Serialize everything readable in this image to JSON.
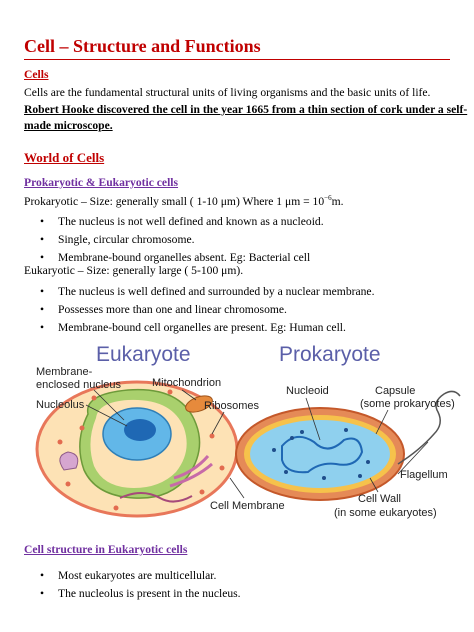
{
  "title": "Cell – Structure and Functions",
  "cells": {
    "heading": "Cells",
    "paragraph": "Cells are the fundamental structural units of living organisms and the basic units of life.",
    "hooke_line1": "Robert Hooke discovered the cell in the year 1665 from a thin section of cork under a self-",
    "hooke_line2": "made microscope."
  },
  "world": {
    "heading": "World of Cells",
    "subheading": "Prokaryotic & Eukaryotic cells",
    "prokaryotic_size": "Prokaryotic – Size: generally small ( 1-10 μm) Where 1 μm = 10",
    "prokaryotic_exp": "−6",
    "prokaryotic_unit": "m.",
    "prokaryotic_points": [
      "The nucleus is not well defined and known as a nucleoid.",
      "Single, circular chromosome.",
      "Membrane-bound organelles absent. Eg: Bacterial cell"
    ],
    "eukaryotic_size": "Eukaryotic – Size: generally large ( 5-100 μm).",
    "eukaryotic_points": [
      "The nucleus is well defined and surrounded by a nuclear membrane.",
      "Possesses more than one and linear chromosome.",
      "Membrane-bound cell organelles are present. Eg: Human cell."
    ]
  },
  "diagram": {
    "eukaryote_title": "Eukaryote",
    "prokaryote_title": "Prokaryote",
    "labels": {
      "membrane_enclosed_1": "Membrane-",
      "membrane_enclosed_2": "enclosed nucleus",
      "mitochondrion": "Mitochondrion",
      "nucleolus": "Nucleolus",
      "ribosomes": "Ribosomes",
      "cell_membrane": "Cell Membrane",
      "nucleoid": "Nucleoid",
      "capsule": "Capsule",
      "capsule_note": "(some prokaryotes)",
      "flagellum": "Flagellum",
      "cell_wall": "Cell Wall",
      "cell_wall_note": "(in some eukaryotes)"
    },
    "colors": {
      "title": "#5b5fa8",
      "cytoplasm": "#fde2b5",
      "cell_border": "#e8775a",
      "nucleus": "#62b7e8",
      "nucleolus": "#1f68b4",
      "er": "#a9d06d",
      "ribosome": "#e36b4f",
      "capsule": "#e58a57",
      "prok_interior": "#8fd0ee"
    }
  },
  "euk_structure": {
    "heading": "Cell structure in Eukaryotic cells",
    "points": [
      "Most eukaryotes are multicellular.",
      "The nucleolus is present in the nucleus."
    ]
  }
}
